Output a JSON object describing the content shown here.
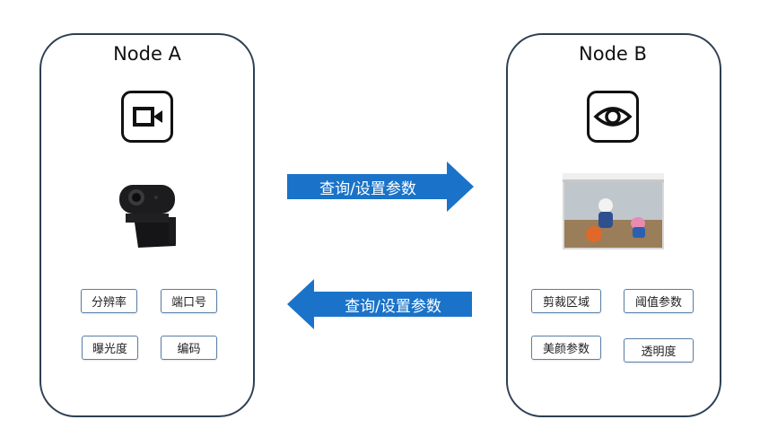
{
  "node_a": {
    "title": "Node A",
    "icon": "video-camera-icon",
    "image": "webcam-photo",
    "tags": [
      "分辨率",
      "端口号",
      "曝光度",
      "编码"
    ]
  },
  "node_b": {
    "title": "Node B",
    "icon": "eye-icon",
    "image": "camera-preview-window",
    "tags": [
      "剪裁区域",
      "阈值参数",
      "美颜参数",
      "透明度"
    ]
  },
  "arrows": [
    {
      "direction": "right",
      "label": "查询/设置参数"
    },
    {
      "direction": "left",
      "label": "查询/设置参数"
    }
  ],
  "colors": {
    "arrow": "#1a73c8",
    "node_border": "#2e3f52",
    "tag_border": "#5a7fa6"
  }
}
